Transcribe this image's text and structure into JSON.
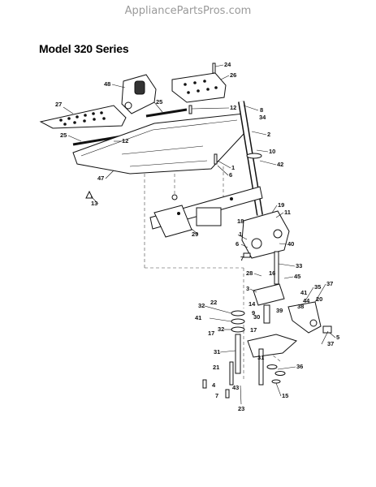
{
  "watermark": "AppliancePartsPros.com",
  "title": "Model 320 Series",
  "callouts": [
    {
      "id": "c24",
      "label": "24"
    },
    {
      "id": "c26",
      "label": "26"
    },
    {
      "id": "c48",
      "label": "48"
    },
    {
      "id": "c25a",
      "label": "25"
    },
    {
      "id": "c12a",
      "label": "12"
    },
    {
      "id": "c8",
      "label": "8"
    },
    {
      "id": "c34",
      "label": "34"
    },
    {
      "id": "c27",
      "label": "27"
    },
    {
      "id": "c25b",
      "label": "25"
    },
    {
      "id": "c12b",
      "label": "12"
    },
    {
      "id": "c2",
      "label": "2"
    },
    {
      "id": "c10",
      "label": "10"
    },
    {
      "id": "c42",
      "label": "42"
    },
    {
      "id": "c1a",
      "label": "1"
    },
    {
      "id": "c6a",
      "label": "6"
    },
    {
      "id": "c47",
      "label": "47"
    },
    {
      "id": "c13",
      "label": "13"
    },
    {
      "id": "c19",
      "label": "19"
    },
    {
      "id": "c11",
      "label": "11"
    },
    {
      "id": "c18",
      "label": "18"
    },
    {
      "id": "c29",
      "label": "29"
    },
    {
      "id": "c1b",
      "label": "1"
    },
    {
      "id": "c6b",
      "label": "6"
    },
    {
      "id": "c40",
      "label": "40"
    },
    {
      "id": "c7a",
      "label": "7"
    },
    {
      "id": "c33",
      "label": "33"
    },
    {
      "id": "c28",
      "label": "28"
    },
    {
      "id": "c16",
      "label": "16"
    },
    {
      "id": "c45",
      "label": "45"
    },
    {
      "id": "c3",
      "label": "3"
    },
    {
      "id": "c35",
      "label": "35"
    },
    {
      "id": "c37a",
      "label": "37"
    },
    {
      "id": "c41a",
      "label": "41"
    },
    {
      "id": "c44",
      "label": "44"
    },
    {
      "id": "c14",
      "label": "14"
    },
    {
      "id": "c32a",
      "label": "32"
    },
    {
      "id": "c22",
      "label": "22"
    },
    {
      "id": "c9",
      "label": "9"
    },
    {
      "id": "c20",
      "label": "20"
    },
    {
      "id": "c38",
      "label": "38"
    },
    {
      "id": "c41b",
      "label": "41"
    },
    {
      "id": "c30",
      "label": "30"
    },
    {
      "id": "c39",
      "label": "39"
    },
    {
      "id": "c17a",
      "label": "17"
    },
    {
      "id": "c32b",
      "label": "32"
    },
    {
      "id": "c17b",
      "label": "17"
    },
    {
      "id": "c5",
      "label": "5"
    },
    {
      "id": "c37b",
      "label": "37"
    },
    {
      "id": "c31a",
      "label": "31"
    },
    {
      "id": "c31b",
      "label": "31"
    },
    {
      "id": "c21",
      "label": "21"
    },
    {
      "id": "c36",
      "label": "36"
    },
    {
      "id": "c4",
      "label": "4"
    },
    {
      "id": "c43",
      "label": "43"
    },
    {
      "id": "c7b",
      "label": "7"
    },
    {
      "id": "c15",
      "label": "15"
    },
    {
      "id": "c23",
      "label": "23"
    }
  ]
}
